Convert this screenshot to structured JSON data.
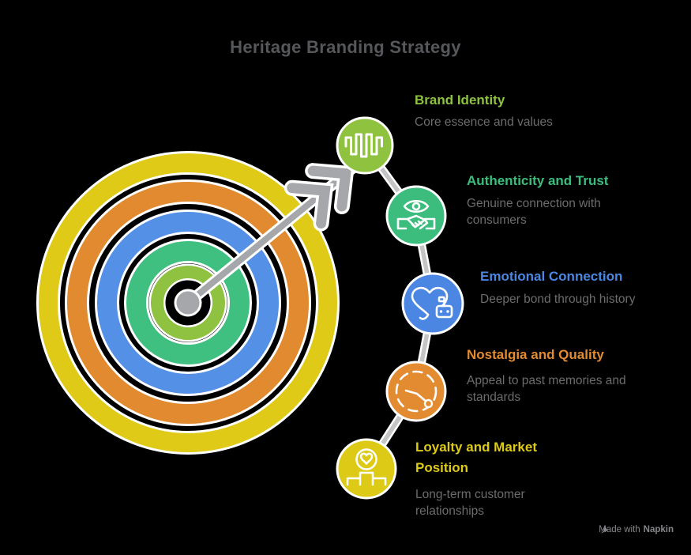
{
  "title": "Heritage Branding Strategy",
  "items": [
    {
      "label": "Brand Identity",
      "description": "Core essence and values",
      "color": "#8ec23f",
      "icon": "waveform-icon"
    },
    {
      "label": "Authenticity and Trust",
      "description": "Genuine connection with\nconsumers",
      "color": "#3cbd7d",
      "icon": "eye-handshake-icon"
    },
    {
      "label": "Emotional Connection",
      "description": "Deeper bond through history",
      "color": "#4b87e2",
      "icon": "heart-robot-icon"
    },
    {
      "label": "Nostalgia and Quality",
      "description": "Appeal to past memories and\nstandards",
      "color": "#e28b31",
      "icon": "retro-clock-icon"
    },
    {
      "label": "Loyalty and Market\nPosition",
      "description": "Long-term customer\nrelationships",
      "color": "#ddca16",
      "icon": "podium-heart-icon"
    }
  ],
  "target": {
    "rings": [
      {
        "color": "#dfca18"
      },
      {
        "color": "#e18a2f"
      },
      {
        "color": "#5490e6"
      },
      {
        "color": "#3fbf80"
      },
      {
        "color": "#90c242"
      }
    ],
    "arrow_color": "#a5a7aa",
    "connector_color": "#c3c5c7"
  },
  "watermark": {
    "made_with": "Made with",
    "brand": "Napkin"
  }
}
